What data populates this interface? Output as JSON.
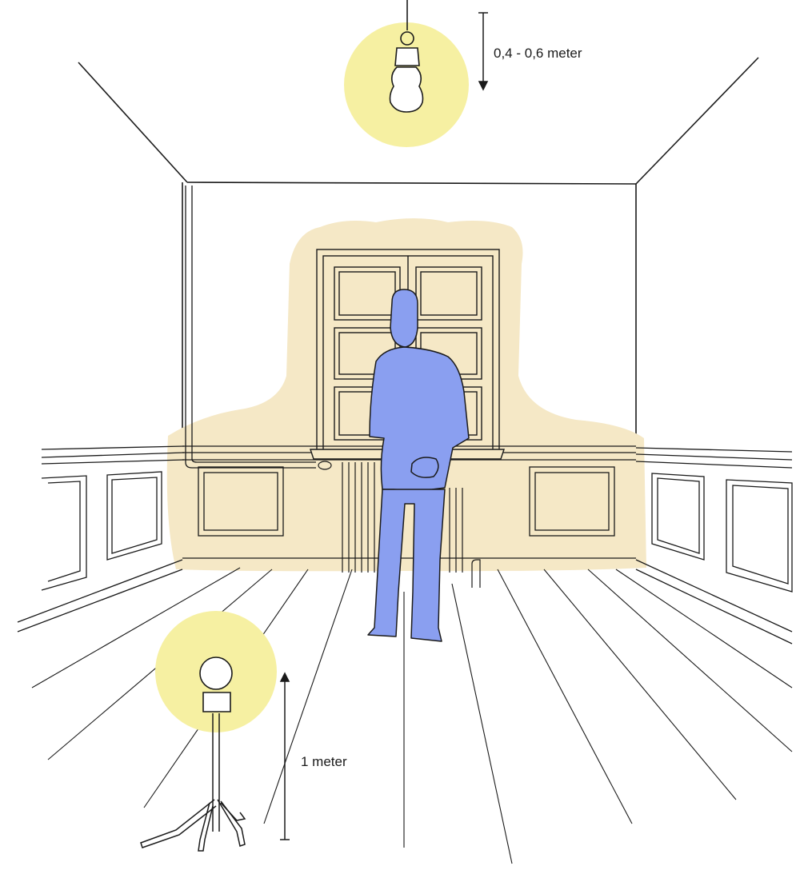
{
  "labels": {
    "ceiling_distance": "0,4 - 0,6 meter",
    "stand_height": "1 meter"
  },
  "colors": {
    "light_glow": "#f6f0a2",
    "wall_illumination": "#f5e8c6",
    "person_fill": "#8a9ff0",
    "line": "#1a1a1a"
  },
  "elements": {
    "ceiling_lamp": "pendant bulb hanging from the ceiling",
    "floor_lamp": "bulb mounted on a tripod stand",
    "person": "man standing with hands behind back facing a double door",
    "door": "paneled double door",
    "radiator": "radiator with pipes below the door"
  }
}
